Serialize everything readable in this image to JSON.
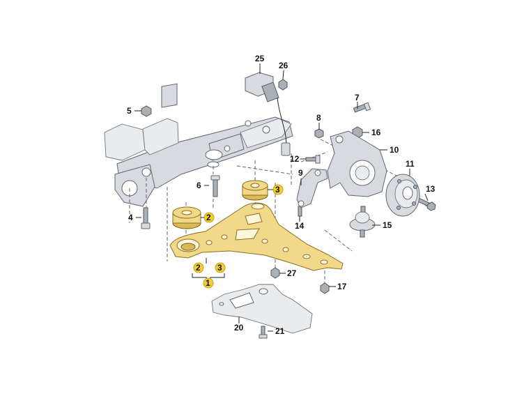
{
  "callouts": {
    "c1": "1",
    "c2a": "2",
    "c2b": "2",
    "c3a": "3",
    "c3b": "3",
    "c4": "4",
    "c5": "5",
    "c6": "6",
    "c7": "7",
    "c8": "8",
    "c9": "9",
    "c10": "10",
    "c11": "11",
    "c12": "12",
    "c13": "13",
    "c14": "14",
    "c15": "15",
    "c16": "16",
    "c17": "17",
    "c20": "20",
    "c21": "21",
    "c25": "25",
    "c26": "26",
    "c27": "27"
  },
  "colors": {
    "highlight_part": "#f2d98a",
    "highlight_badge": "#f2cf2e",
    "other_parts": "#d7dbe0"
  }
}
